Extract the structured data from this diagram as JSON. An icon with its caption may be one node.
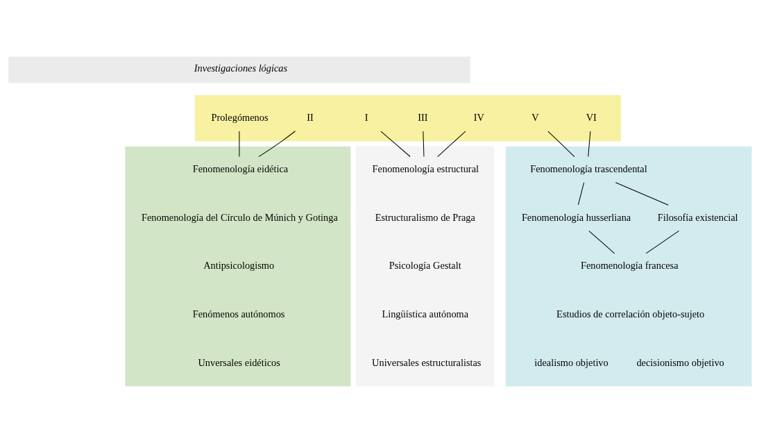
{
  "diagram": {
    "nodes": [
      {
        "text": [
          "Investigaciones lógicas"
        ]
      },
      {
        "text": [],
        "shape": "box"
      },
      {
        "text": [
          "Prolegómenos"
        ],
        "in": 1
      },
      {
        "text": [
          "I"
        ],
        "in": 1
      },
      {
        "text": [
          "II"
        ],
        "in": 1
      },
      {
        "text": [
          "III"
        ],
        "in": 1
      },
      {
        "text": [
          "IV"
        ],
        "in": 1
      },
      {
        "text": [
          "V"
        ],
        "in": 1
      },
      {
        "text": [
          "VI"
        ],
        "in": 1
      },
      {
        "text": [],
        "shape": "box"
      },
      {
        "text": [
          "Fenomenología eidética"
        ],
        "in": 9
      },
      {
        "text": [
          "Fenomenología del Círculo de Múnich y Gotinga"
        ],
        "in": 9
      },
      {
        "text": [
          "Antipsicologismo"
        ],
        "in": 9
      },
      {
        "text": [
          "Fenómenos autónomos"
        ],
        "in": 9
      },
      {
        "text": [
          "Unversales eidéticos"
        ],
        "in": 9
      },
      {
        "text": [],
        "shape": "box"
      },
      {
        "text": [
          "Fenomenología estructural"
        ],
        "in": 15
      },
      {
        "text": [
          "Estructuralismo de Praga"
        ],
        "in": 15
      },
      {
        "text": [
          "Psicología Gestalt"
        ],
        "in": 15
      },
      {
        "text": [
          "Lingüística autónoma"
        ],
        "in": 15
      },
      {
        "text": [
          "Universales estructuralistas"
        ],
        "in": 15
      },
      {
        "text": [],
        "shape": "box"
      },
      {
        "text": [
          "Fenomenología trascendental"
        ],
        "in": 21
      },
      {
        "text": [
          "Fenomenología husserliana"
        ],
        "in": 21
      },
      {
        "text": [
          "Filosofía existencial"
        ],
        "in": 21
      },
      {
        "text": [
          "Fenomenología francesa"
        ],
        "in": 21
      },
      {
        "text": [
          "Estudios de correlación objeto-sujeto"
        ],
        "in": 21
      },
      {
        "text": [
          "idealismo objetivo"
        ],
        "in": 21
      },
      {
        "text": [
          "decisionismo objetivo"
        ],
        "in": 21
      }
    ],
    "edges": [
      {
        "from": 2,
        "to": 10,
        "arrow": "none"
      },
      {
        "from": 4,
        "to": 10,
        "arrow": "none"
      },
      {
        "from": 3,
        "to": 16,
        "arrow": "none"
      },
      {
        "from": 5,
        "to": 16,
        "arrow": "none"
      },
      {
        "from": 6,
        "to": 16,
        "arrow": "none"
      },
      {
        "from": 7,
        "to": 22,
        "arrow": "none"
      },
      {
        "from": 8,
        "to": 22,
        "arrow": "none"
      },
      {
        "from": 22,
        "to": 23,
        "arrow": "none"
      },
      {
        "from": 22,
        "to": 24,
        "arrow": "none"
      },
      {
        "from": 23,
        "to": 25,
        "arrow": "none"
      },
      {
        "from": 24,
        "to": 25,
        "arrow": "none"
      }
    ]
  }
}
